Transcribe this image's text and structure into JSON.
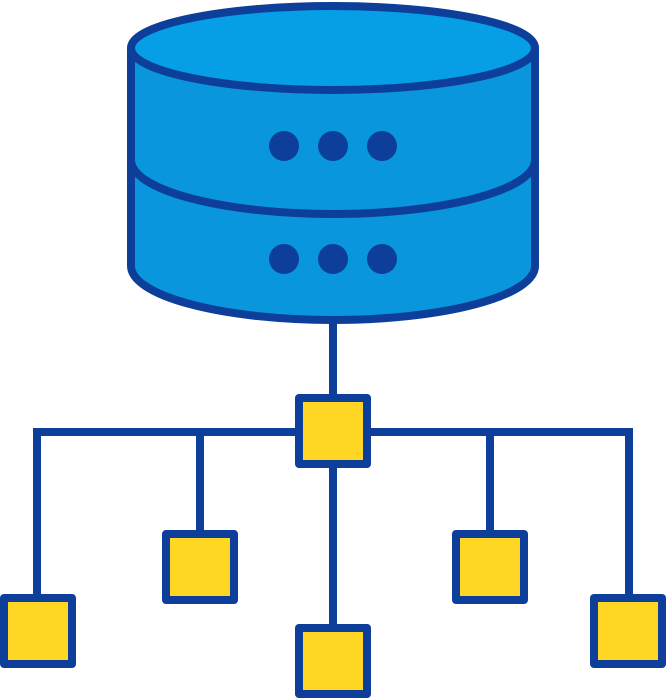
{
  "icon": {
    "name": "database-network-icon",
    "colors": {
      "outline": "#0D3E9A",
      "database_fill": "#0A96DC",
      "database_top": "#069EE5",
      "node_fill": "#FFD624",
      "background": "#FFFFFF"
    },
    "database": {
      "tiers": 2,
      "indicator_dots_per_tier": 3
    },
    "network": {
      "hub_nodes": 1,
      "leaf_nodes": 5
    }
  }
}
